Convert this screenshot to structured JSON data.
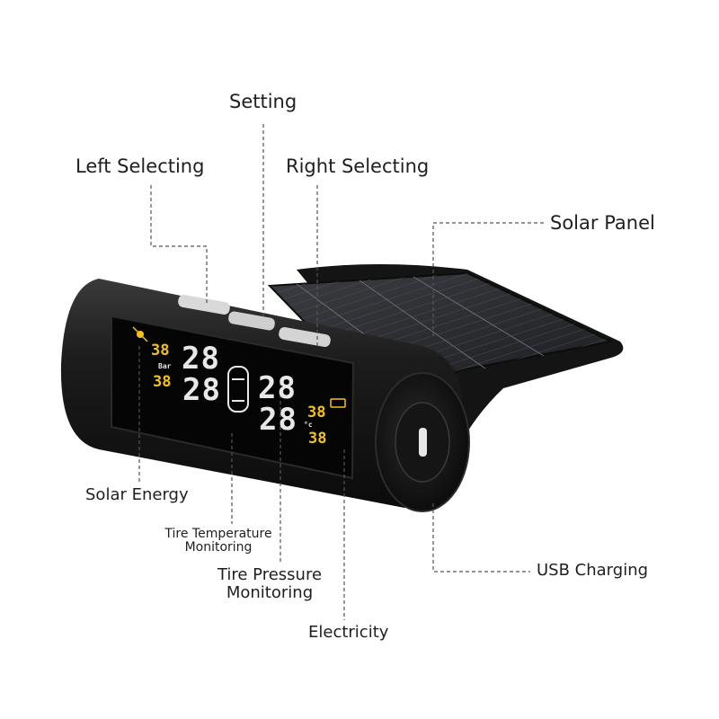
{
  "callouts": {
    "setting": "Setting",
    "left_selecting": "Left Selecting",
    "right_selecting": "Right Selecting",
    "solar_panel": "Solar Panel",
    "solar_energy": "Solar Energy",
    "tire_temperature_line1": "Tire Temperature",
    "tire_temperature_line2": "Monitoring",
    "tire_pressure_line1": "Tire Pressure",
    "tire_pressure_line2": "Monitoring",
    "electricity": "Electricity",
    "usb_charging": "USB Charging"
  },
  "display": {
    "small_left_top": "38",
    "small_left_bottom": "38",
    "unit_bar": "Bar",
    "big_left_top": "28",
    "big_left_bottom": "28",
    "big_right_top": "28",
    "big_right_bottom": "28",
    "unit_celsius": "°c",
    "small_right_top": "38",
    "small_right_bottom": "38"
  },
  "colors": {
    "lcd_digit": "#e8e8e8",
    "lcd_accent": "#f2c21b",
    "lcd_background": "#050505",
    "device_body": "#1b1b1b",
    "solar_cell": "#2b2d31"
  }
}
